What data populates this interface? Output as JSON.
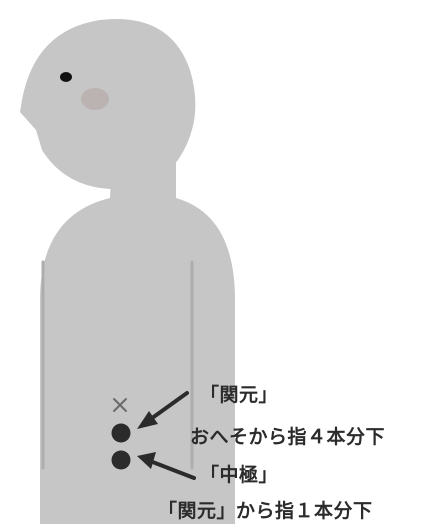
{
  "illustration": {
    "colors": {
      "body_fill": "#c6c6c6",
      "body_outline": "#adadad",
      "eye": "#111111",
      "cheek": "#b6a9a9",
      "point_marker": "#2b2b2b",
      "navel_mark": "#6a6a6a",
      "text": "#2b2b2b"
    },
    "icons": {
      "navel": "cross-mark-icon",
      "acupoint": "filled-circle-icon",
      "pointer": "arrow-icon"
    },
    "navel_mark": "×"
  },
  "labels": {
    "kangen": {
      "title": "「関元」",
      "description": "おへそから指４本分下"
    },
    "chukyoku": {
      "title": "「中極」",
      "description": "「関元」から指１本分下"
    }
  }
}
